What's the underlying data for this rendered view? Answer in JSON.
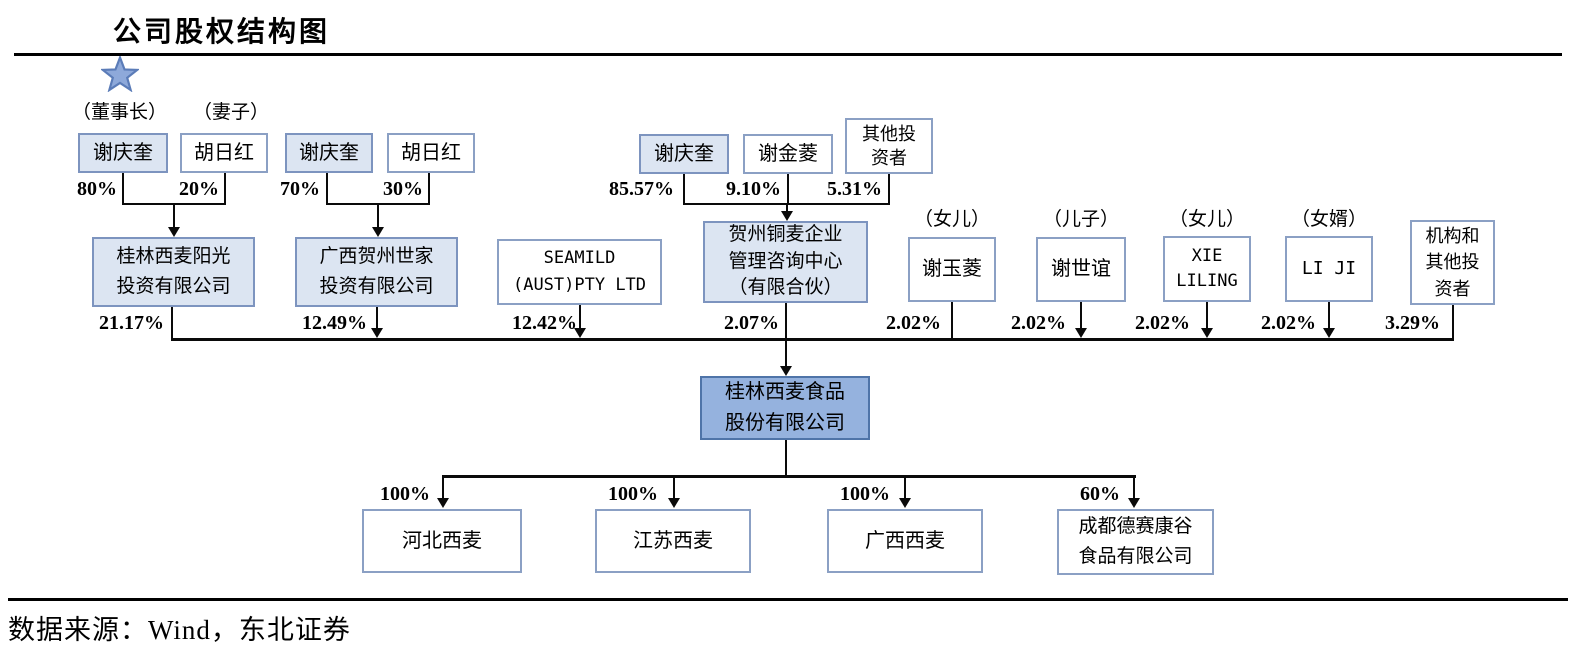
{
  "title": "公司股权结构图",
  "annotations": {
    "chairman": "（董事长）",
    "wife": "（妻子）"
  },
  "level1": {
    "group1": {
      "owners": [
        {
          "name": "谢庆奎",
          "pct": "80%"
        },
        {
          "name": "胡日红",
          "pct": "20%"
        }
      ]
    },
    "group2": {
      "owners": [
        {
          "name": "谢庆奎",
          "pct": "70%"
        },
        {
          "name": "胡日红",
          "pct": "30%"
        }
      ]
    },
    "group3": {
      "owners": [
        {
          "name": "谢庆奎",
          "pct": "85.57%"
        },
        {
          "name": "谢金菱",
          "pct": "9.10%"
        },
        {
          "name": "其他投\n资者",
          "pct": "5.31%"
        }
      ]
    }
  },
  "level2": {
    "holders": [
      {
        "name": "桂林西麦阳光\n投资有限公司",
        "pct": "21.17%"
      },
      {
        "name": "广西贺州世家\n投资有限公司",
        "pct": "12.49%"
      },
      {
        "name": "SEAMILD\n(AUST)PTY LTD",
        "pct": "12.42%"
      },
      {
        "name": "贺州铜麦企业\n管理咨询中心\n（有限合伙）",
        "pct": "2.07%"
      },
      {
        "name": "谢玉菱",
        "pct": "2.02%",
        "relation": "（女儿）"
      },
      {
        "name": "谢世谊",
        "pct": "2.02%",
        "relation": "（儿子）"
      },
      {
        "name": "XIE\nLILING",
        "pct": "2.02%",
        "relation": "（女儿）"
      },
      {
        "name": "LI JI",
        "pct": "2.02%",
        "relation": "（女婿）"
      },
      {
        "name": "机构和\n其他投\n资者",
        "pct": "3.29%"
      }
    ]
  },
  "company": {
    "name": "桂林西麦食品\n股份有限公司"
  },
  "subsidiaries": [
    {
      "name": "河北西麦",
      "pct": "100%"
    },
    {
      "name": "江苏西麦",
      "pct": "100%"
    },
    {
      "name": "广西西麦",
      "pct": "100%"
    },
    {
      "name": "成都德赛康谷\n食品有限公司",
      "pct": "60%"
    }
  ],
  "source": "数据来源：Wind，东北证券",
  "colors": {
    "light_box_fill": "#dce5f2",
    "light_box_border": "#7d94bf",
    "white_box_border": "#8ba0c4",
    "company_fill": "#95b2de",
    "company_border": "#4f74a8",
    "star_fill": "#8ea9da",
    "star_border": "#5b7cb8",
    "line": "#0a0a0a"
  }
}
